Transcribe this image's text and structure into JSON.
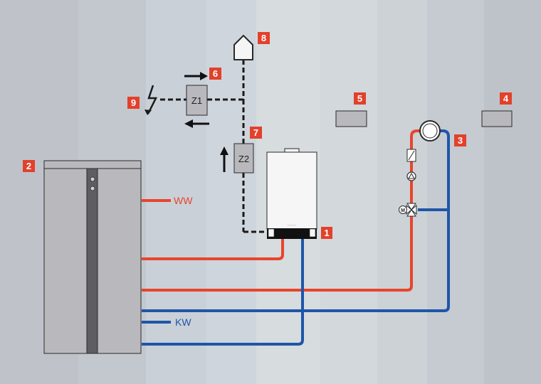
{
  "colors": {
    "badge": "#e2412b",
    "hot_pipe": "#e8452c",
    "cold_pipe": "#1e56a8",
    "component_gray": "#b9b9bd",
    "outline": "#2a2a2a",
    "signal_line": "#1a1a1a"
  },
  "components": {
    "boiler": {
      "number": "1",
      "icon": "wall-mounted-boiler"
    },
    "storage_tank": {
      "number": "2",
      "icon": "hot-water-cylinder"
    },
    "heating_circuit": {
      "number": "3",
      "icon": "radiator-circuit"
    },
    "box_4": {
      "number": "4",
      "icon": "gray-box"
    },
    "box_5": {
      "number": "5",
      "icon": "gray-box"
    },
    "arrow_6": {
      "number": "6",
      "icon": "arrow-right"
    },
    "module_z2": {
      "number": "7",
      "label": "Z2"
    },
    "house": {
      "number": "8",
      "icon": "house-icon"
    },
    "power_supply": {
      "number": "9",
      "icon": "lightning-icon"
    }
  },
  "module_z1": {
    "label": "Z1"
  },
  "pipe_labels": {
    "hot_water": "WW",
    "cold_water": "KW"
  }
}
